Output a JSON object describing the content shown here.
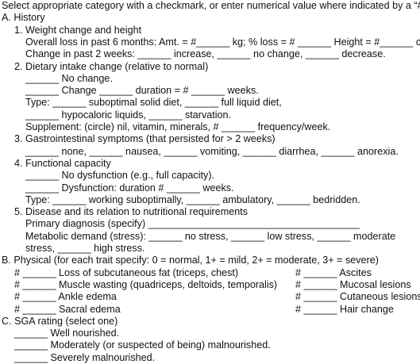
{
  "intro": "Select appropriate category with a checkmark, or enter numerical value where indicated by a “#”.",
  "history": {
    "heading": "A. History",
    "weight": {
      "title": "1. Weight change and height",
      "line1": "Overall loss in past 6 months: Amt. = #______ kg; % loss = # ______ Height = #______ cm",
      "line2": "Change in past 2 weeks: ______ increase, ______ no change, ______ decrease."
    },
    "dietary": {
      "title": "2. Dietary intake change (relative to normal)",
      "no_change": "______ No change.",
      "change": "______ Change ______ duration = # ______ weeks.",
      "type1": "Type: ______ suboptimal solid diet, ______ full liquid diet,",
      "type2": "______ hypocaloric liquids, ______ starvation.",
      "supplement": "Supplement: (circle) nil, vitamin, minerals, # ______ frequency/week."
    },
    "gi": {
      "title": "3. Gastrointestinal symptoms (that persisted for > 2 weeks)",
      "symptoms": "______ none, ______ nausea, ______ vomiting, ______ diarrhea, ______ anorexia."
    },
    "functional": {
      "title": "4. Functional capacity",
      "none": "______ No dysfunction (e.g., full capacity).",
      "dysfunction": "______ Dysfunction: duration # ______ weeks.",
      "type": "Type: ______ working suboptimally, ______ ambulatory, ______ bedridden."
    },
    "disease": {
      "title": "5. Disease and its relation to nutritional requirements",
      "primary": "Primary diagnosis (specify) ______________________________________",
      "metabolic1": "Metabolic demand (stress): ______ no stress, ______ low stress, ______ moderate",
      "metabolic2": "stress, ______ high stress."
    }
  },
  "physical": {
    "heading": "B. Physical (for each trait specify: 0 = normal, 1+ = mild, 2+ = moderate, 3+ = severe)",
    "left": [
      "# ______ Loss of subcutaneous fat (triceps, chest)",
      "# ______ Muscle wasting (quadriceps, deltoids, temporalis)",
      "# ______ Ankle edema",
      "# ______ Sacral edema"
    ],
    "right": [
      "# ______ Ascites",
      "# ______ Mucosal lesions",
      "# ______ Cutaneous lesions",
      "# ______ Hair change"
    ]
  },
  "sga": {
    "heading": "C. SGA rating (select one)",
    "options": [
      "______ Well nourished.",
      "______ Moderately (or suspected of being) malnourished.",
      "______ Severely malnourished."
    ]
  }
}
